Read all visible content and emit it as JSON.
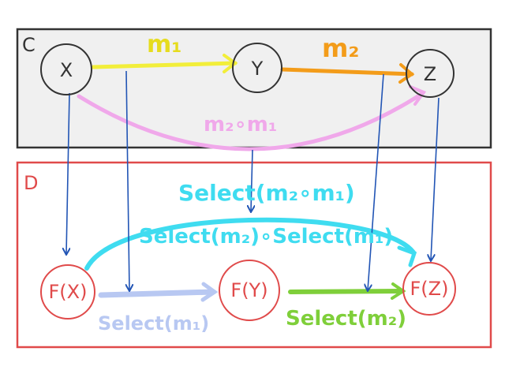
{
  "category_c": {
    "label": "C",
    "objects": {
      "x": "X",
      "y": "Y",
      "z": "Z"
    },
    "morphisms": {
      "m1": "m₁",
      "m2": "m₂",
      "composite": "m₂∘m₁"
    }
  },
  "category_d": {
    "label": "D",
    "objects": {
      "fx": "F(X)",
      "fy": "F(Y)",
      "fz": "F(Z)"
    },
    "labels": {
      "select_composite": "Select(m₂∘m₁)",
      "composite_of_selects": "Select(m₂)∘Select(m₁)",
      "select_m1": "Select(m₁)",
      "select_m2": "Select(m₂)"
    }
  },
  "colors": {
    "box_c": "#333333",
    "box_d": "#e04a4a",
    "m1": "#f2ee3a",
    "m2": "#f39c1a",
    "composite": "#f0a8ea",
    "functor": "#2255b5",
    "select_composite": "#3fdcf0",
    "select_m1": "#b8c8f2",
    "select_m2": "#7fcf3a",
    "node_c": "#333333",
    "node_d": "#e04a4a"
  }
}
